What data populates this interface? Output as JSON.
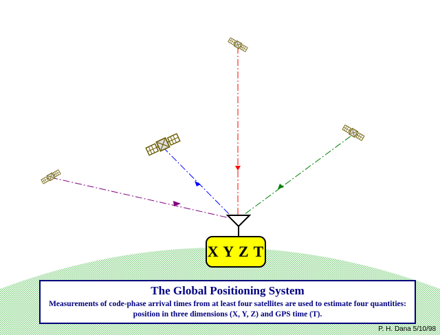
{
  "receiver": {
    "label": "X Y Z T"
  },
  "caption": {
    "title": "The Global Positioning System",
    "body": "Measurements of code-phase arrival times from at least four satellites are used to estimate four quantities: position in three dimensions (X, Y, Z) and GPS time (T)."
  },
  "credit": "P. H. Dana 5/10/98",
  "colors": {
    "earth_fill": "#c8f0c8",
    "satellite": "#7a6a00",
    "signal_red": "#ff0000",
    "signal_blue": "#0000ff",
    "signal_green": "#008000",
    "signal_purple": "#800080",
    "receiver_box": "#ffff00",
    "caption_text": "#000080"
  },
  "icons": [
    "satellite-icon",
    "antenna-icon"
  ]
}
